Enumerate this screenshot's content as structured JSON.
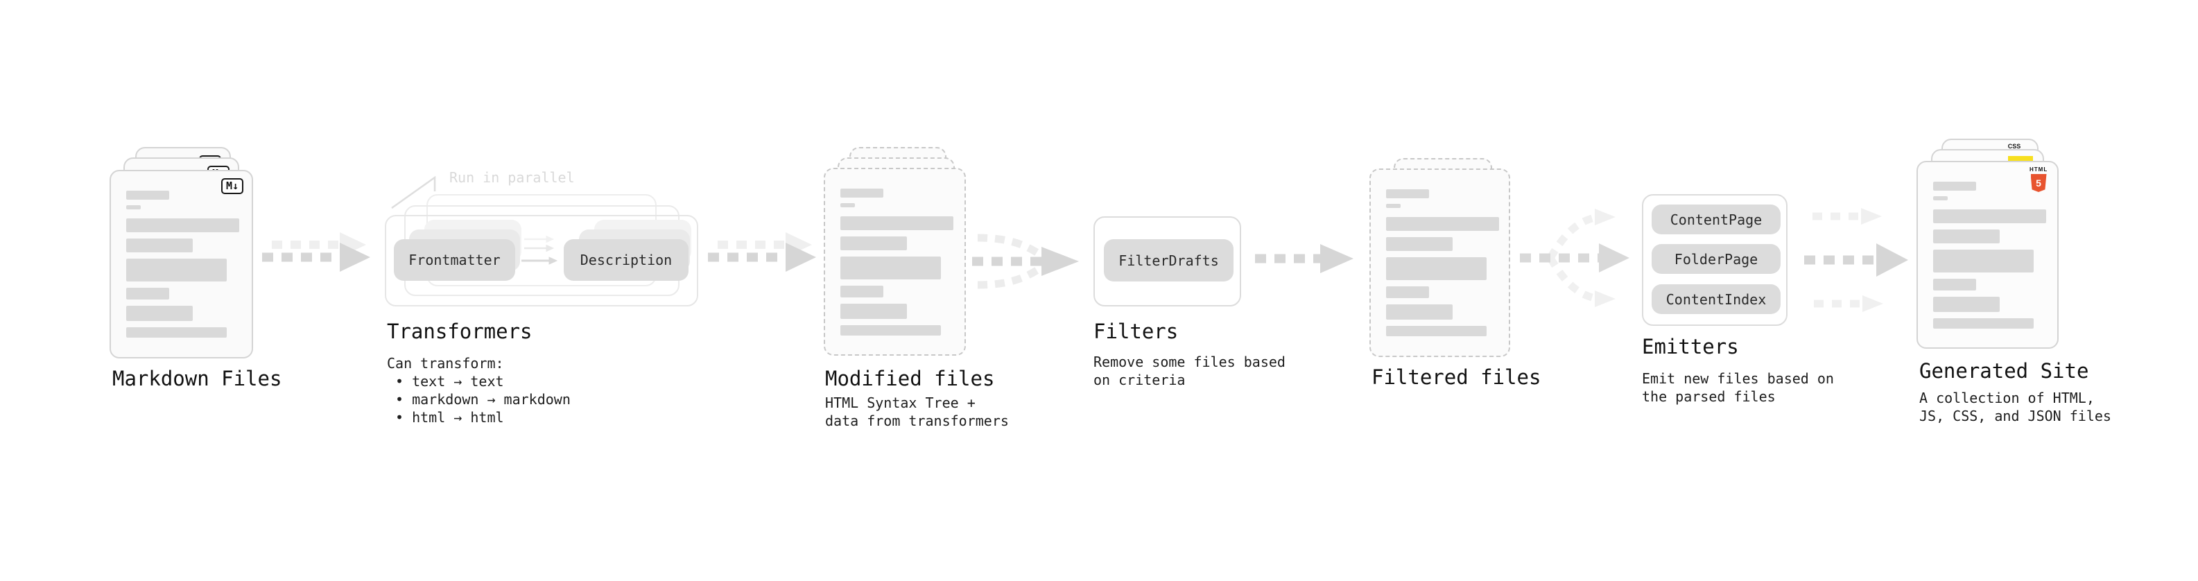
{
  "stages": {
    "markdown_files": {
      "label": "Markdown Files"
    },
    "transformers": {
      "label": "Transformers",
      "annotation": "Run in parallel",
      "pill_left": "Frontmatter",
      "pill_right": "Description",
      "desc_title": "Can transform:",
      "bullets": [
        "• text → text",
        "• markdown → markdown",
        "• html → html"
      ]
    },
    "modified_files": {
      "label": "Modified files",
      "description": "HTML Syntax Tree +\ndata from transformers"
    },
    "filters": {
      "label": "Filters",
      "pill": "FilterDrafts",
      "description": "Remove some files based\non criteria"
    },
    "filtered_files": {
      "label": "Filtered files"
    },
    "emitters": {
      "label": "Emitters",
      "pills": [
        "ContentPage",
        "FolderPage",
        "ContentIndex"
      ],
      "description": "Emit new files based on\nthe parsed files"
    },
    "generated_site": {
      "label": "Generated Site",
      "description": "A collection of HTML,\nJS, CSS, and JSON files"
    }
  },
  "icons": {
    "markdown_badge": "M↓",
    "html5_word": "HTML",
    "html5_digit": "5",
    "css_word": "CSS"
  },
  "colors": {
    "html5_orange": "#e8542f",
    "js_yellow": "#f7df1e",
    "css_blue": "#2e6bee",
    "arrow_dark": "#d6d6d6",
    "arrow_light": "#efefef",
    "bar_gray": "#d9d9d9"
  }
}
